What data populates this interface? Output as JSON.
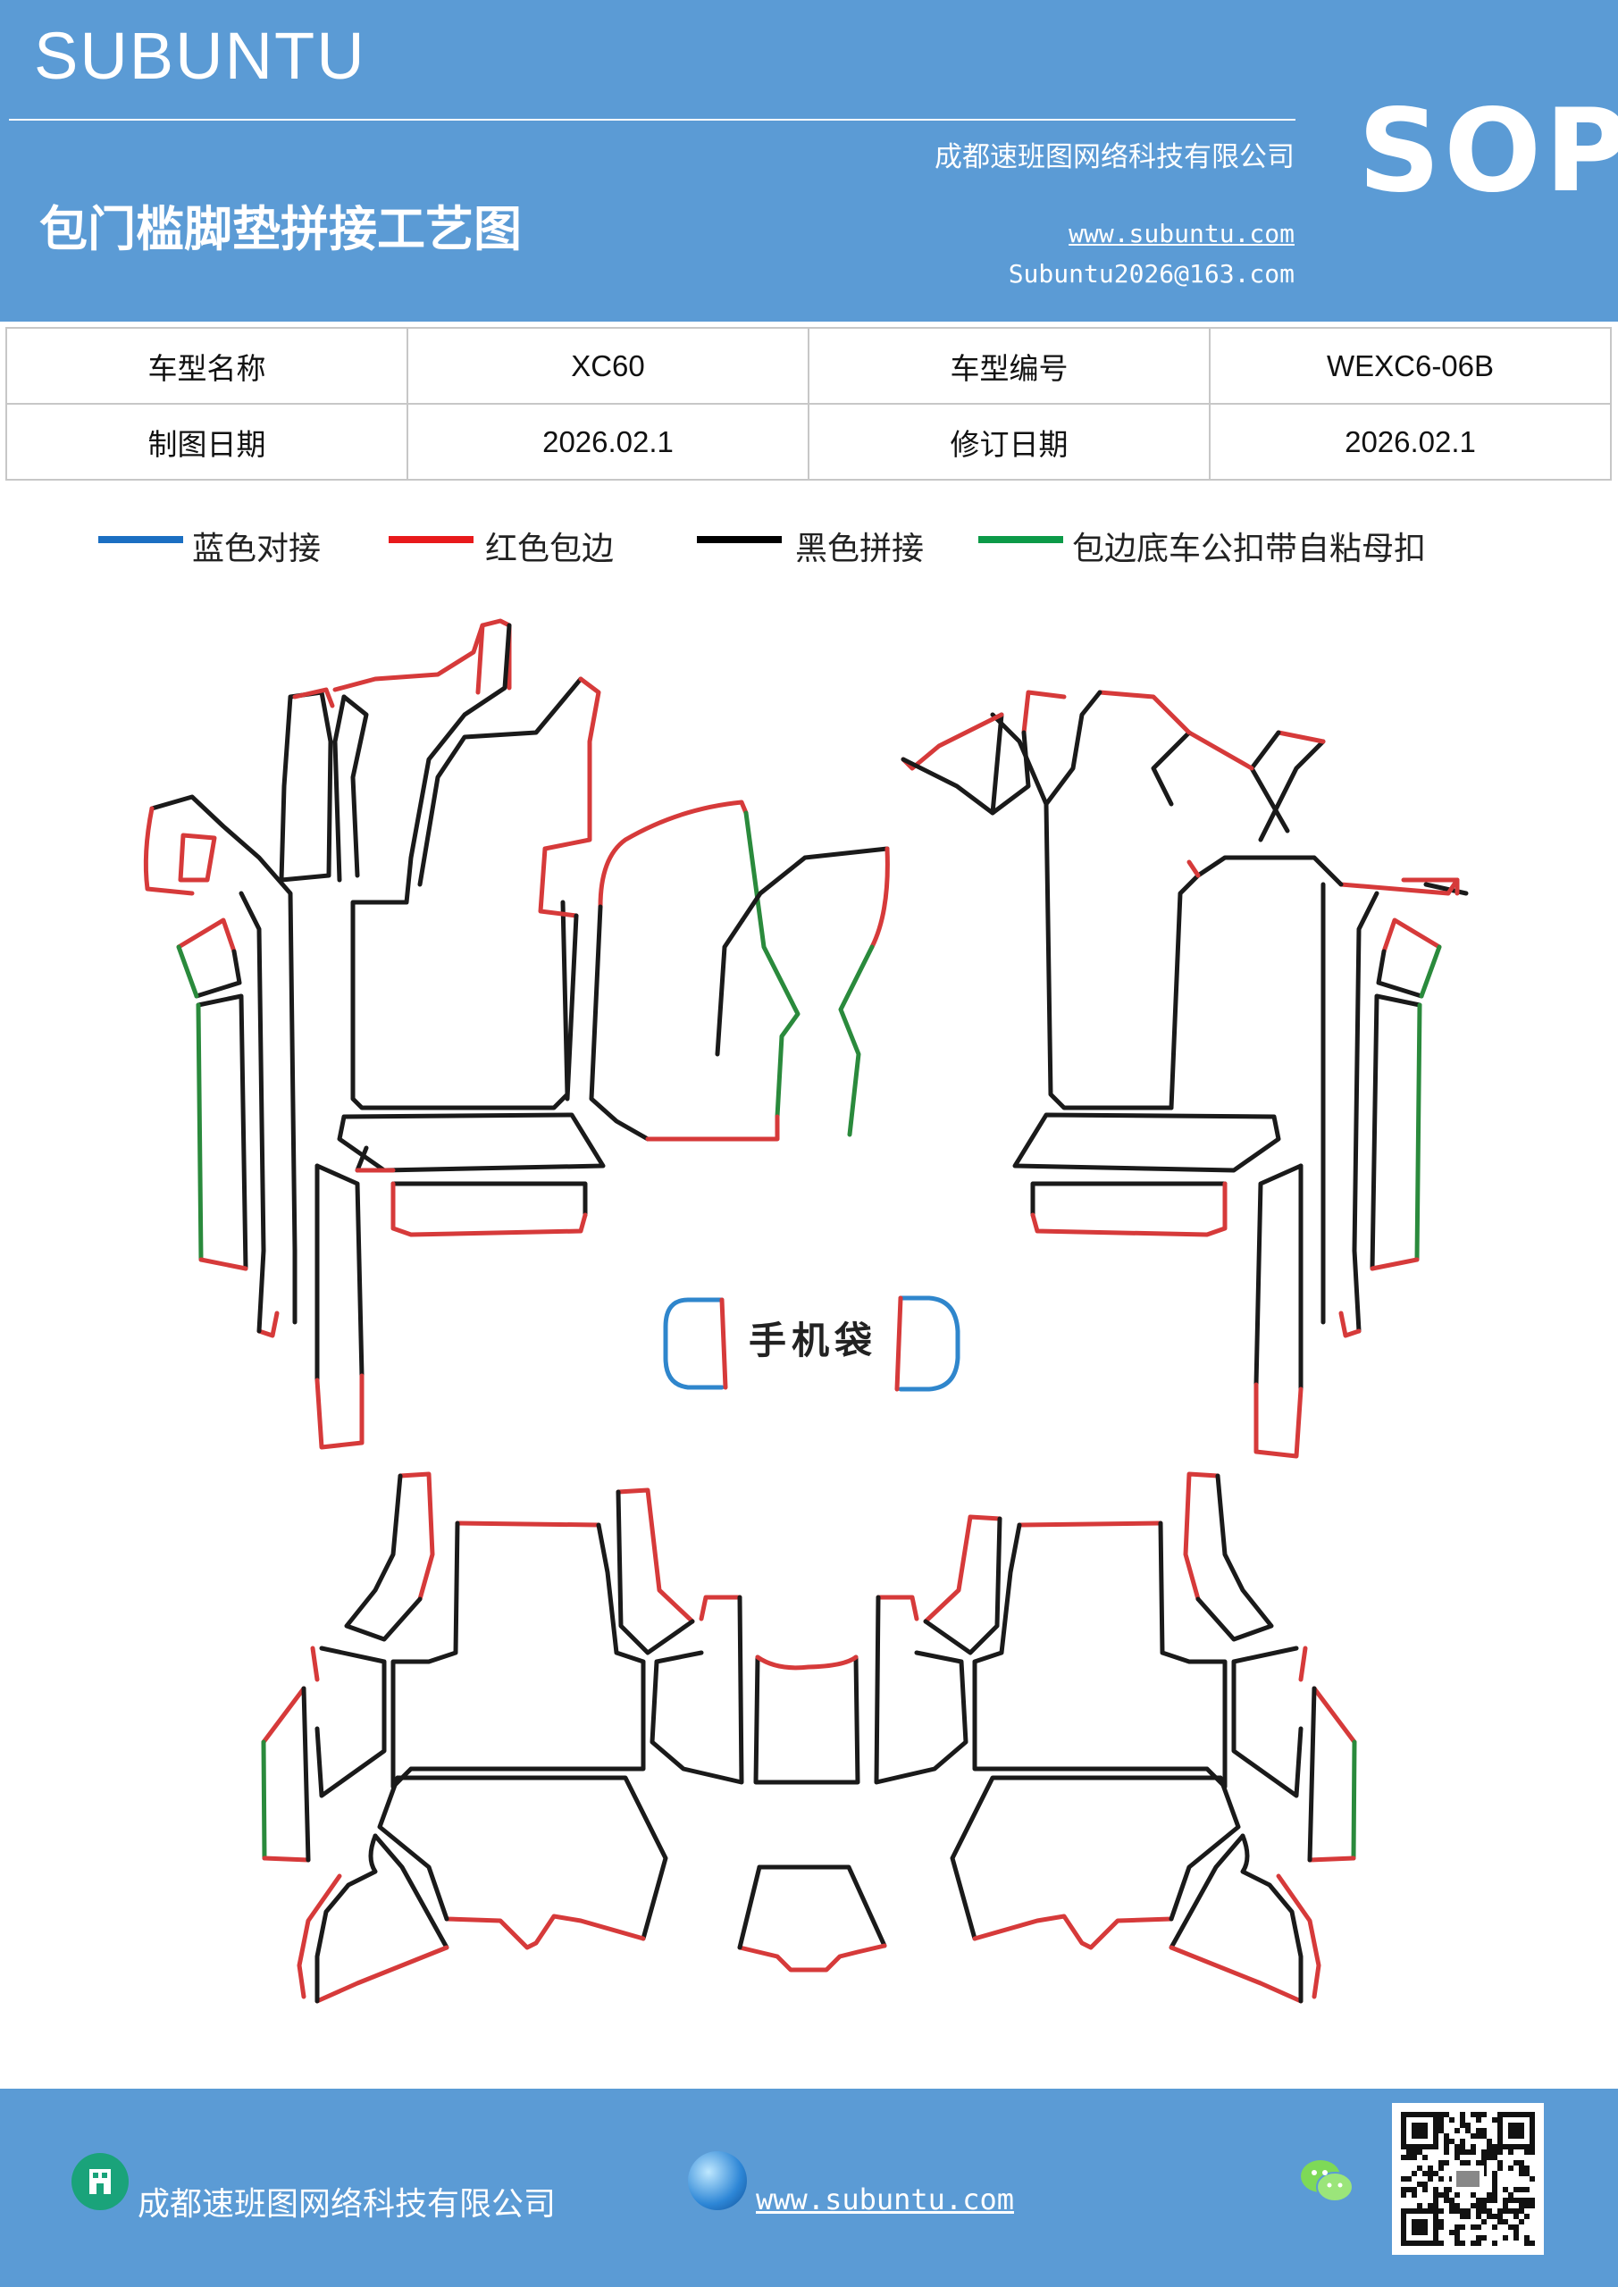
{
  "header": {
    "brand": "SUBUNTU",
    "company": "成都速班图网络科技有限公司",
    "sop": "SOP",
    "title": "包门槛脚垫拼接工艺图",
    "website": "www.subuntu.com",
    "email": "Subuntu2026@163.com"
  },
  "info_table": {
    "rows": [
      {
        "label1": "车型名称",
        "value1": "XC60",
        "label2": "车型编号",
        "value2": "WEXC6-06B"
      },
      {
        "label1": "制图日期",
        "value1": "2026.02.1",
        "label2": "修订日期",
        "value2": "2026.02.1"
      }
    ]
  },
  "legend": [
    {
      "label": "蓝色对接",
      "color": "#1b6fc2"
    },
    {
      "label": "红色包边",
      "color": "#e8191b"
    },
    {
      "label": "黑色拼接",
      "color": "#000000"
    },
    {
      "label": "包边底车公扣带自粘母扣",
      "color": "#0c9a48"
    }
  ],
  "diagram": {
    "center_label": "手机袋",
    "colors": {
      "black": "#1a1a1a",
      "red": "#d63a3a",
      "green": "#2a8a3c",
      "blue": "#2f86cc"
    }
  },
  "footer": {
    "company": "成都速班图网络科技有限公司",
    "website": "www.subuntu.com",
    "icons": [
      "building-icon",
      "globe-icon",
      "wechat-icon",
      "qr-code"
    ]
  }
}
